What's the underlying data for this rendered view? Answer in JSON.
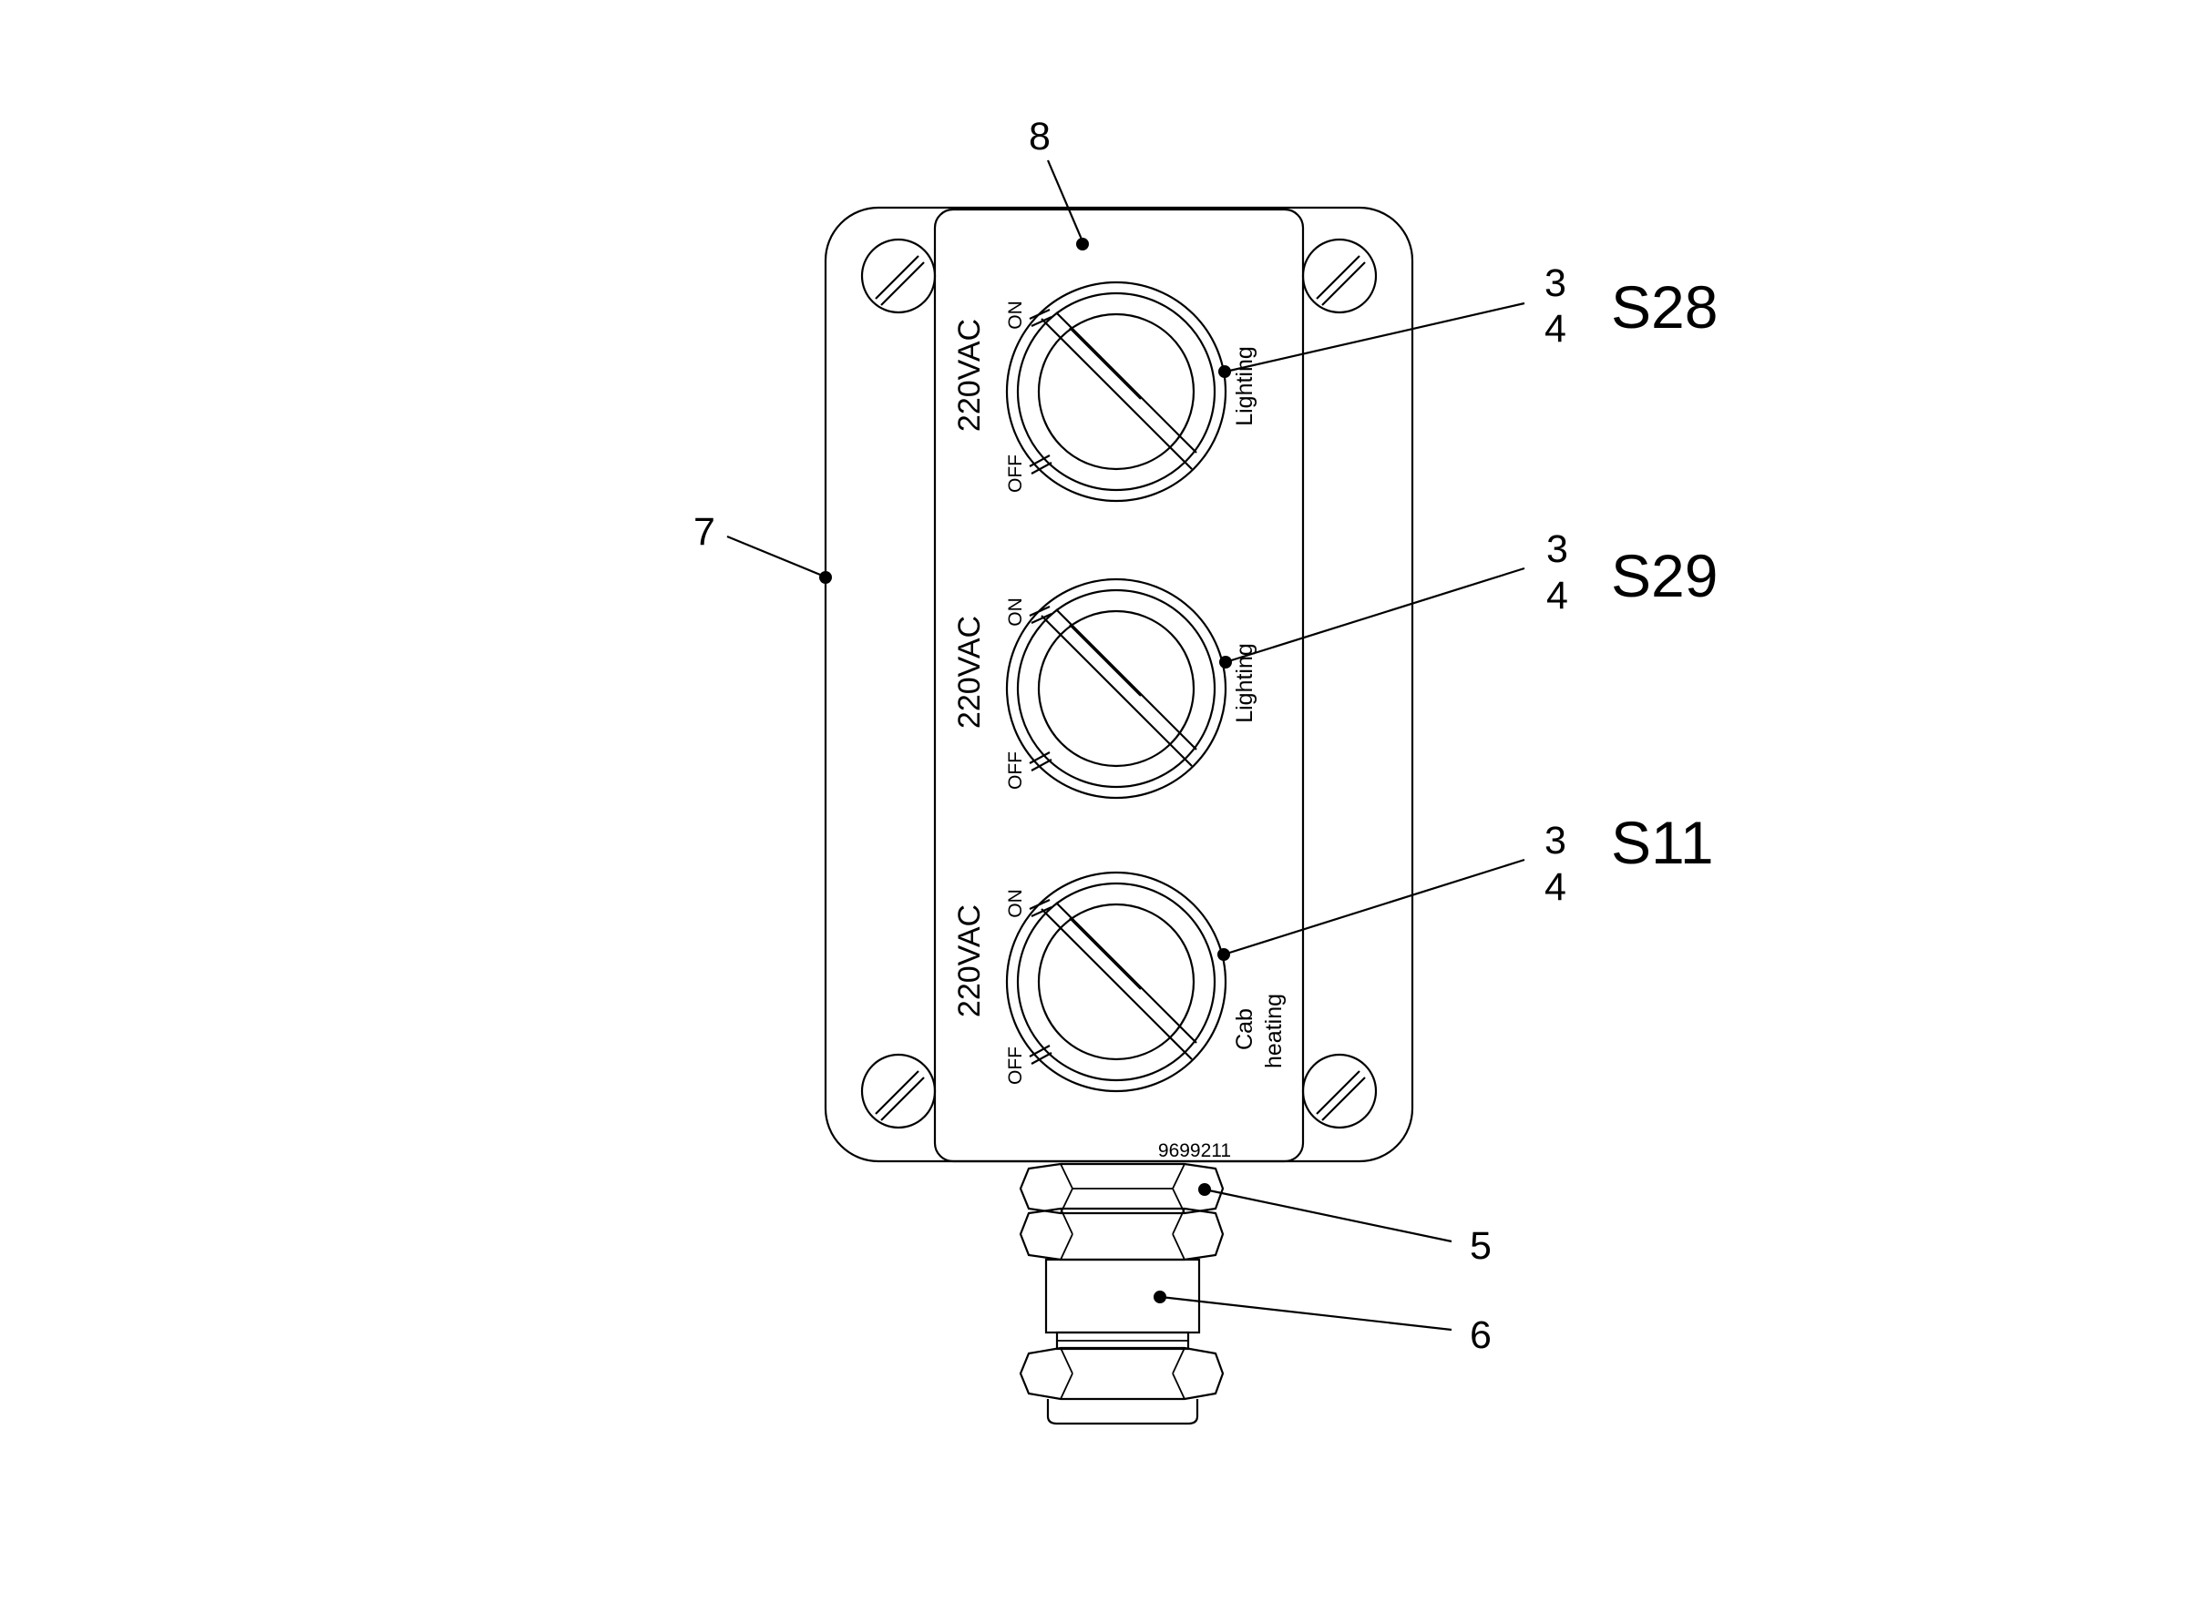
{
  "callouts": {
    "enclosure": "7",
    "plate": "8",
    "nut": "5",
    "cable_gland": "6"
  },
  "part_number": "9699211",
  "switches": [
    {
      "id": "S28",
      "contact_top": "3",
      "contact_bottom": "4",
      "voltage": "220VAC",
      "on": "ON",
      "off": "OFF",
      "function_line1": "Lighting",
      "function_line2": ""
    },
    {
      "id": "S29",
      "contact_top": "3",
      "contact_bottom": "4",
      "voltage": "220VAC",
      "on": "ON",
      "off": "OFF",
      "function_line1": "Lighting",
      "function_line2": ""
    },
    {
      "id": "S11",
      "contact_top": "3",
      "contact_bottom": "4",
      "voltage": "220VAC",
      "on": "ON",
      "off": "OFF",
      "function_line1": "Cab",
      "function_line2": "heating"
    }
  ]
}
